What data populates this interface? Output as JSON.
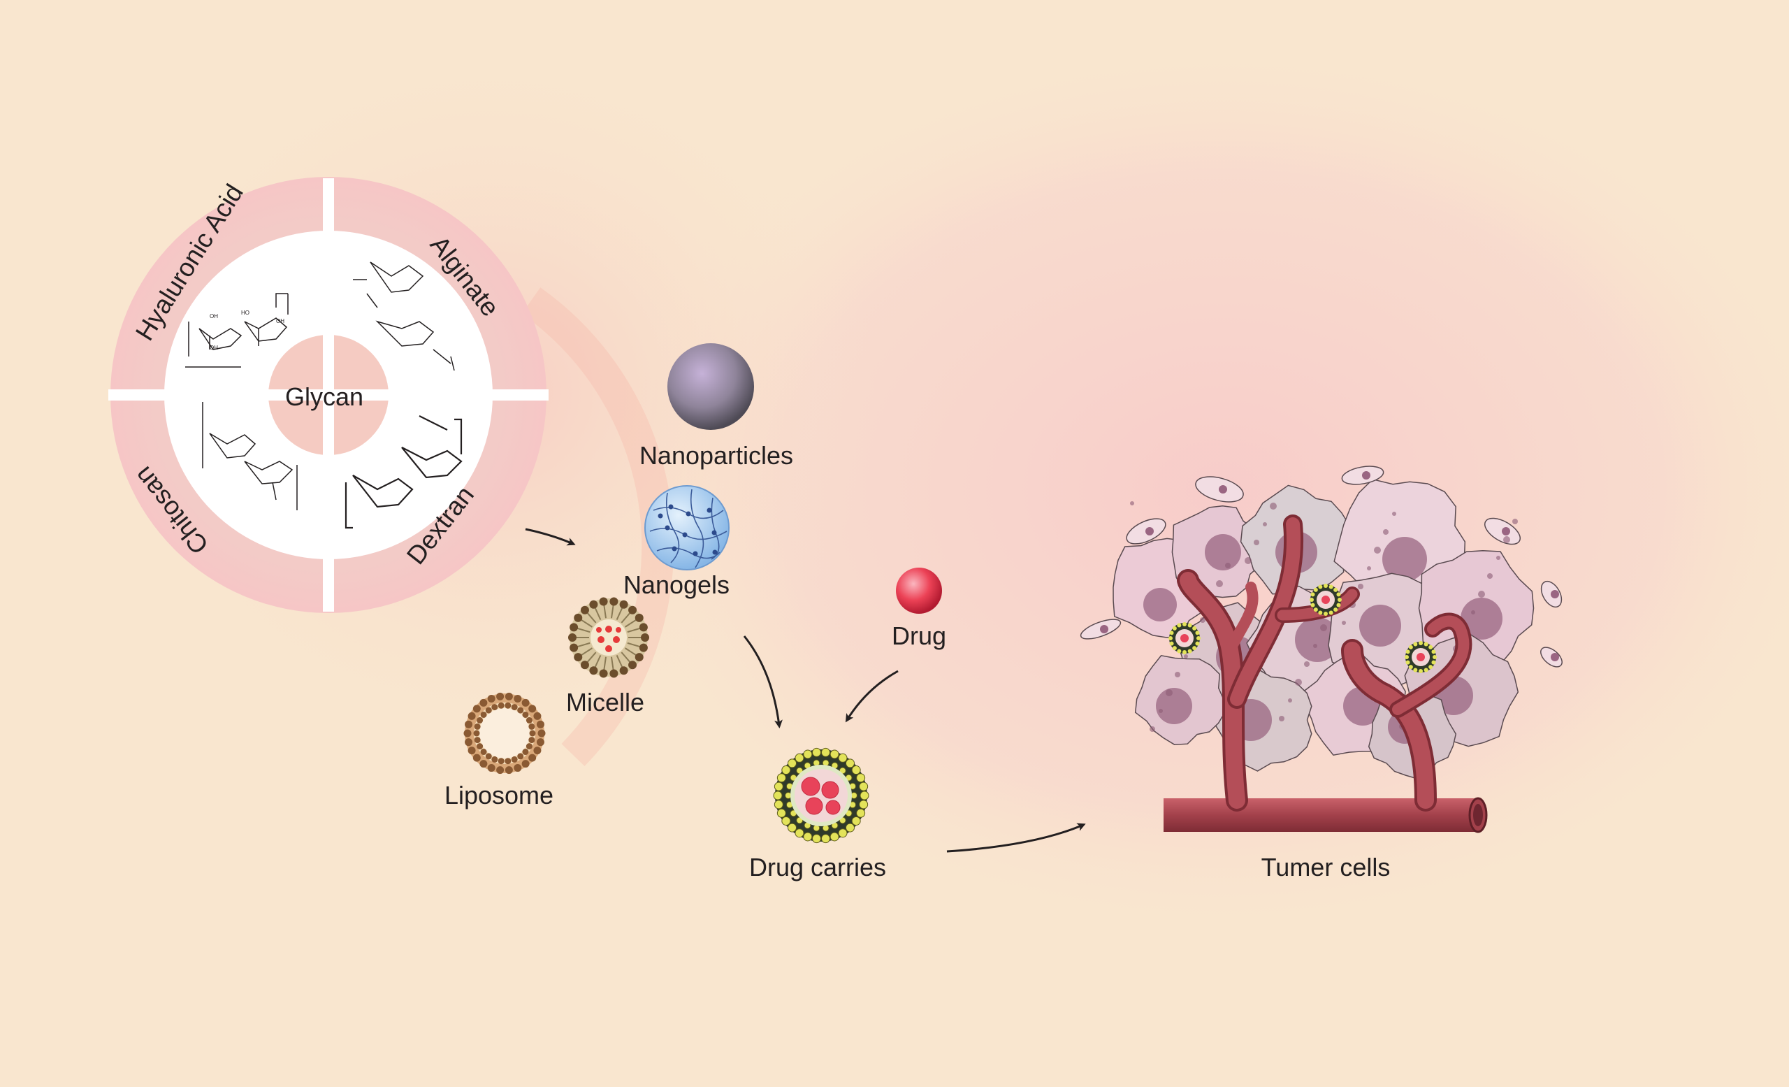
{
  "center": {
    "label": "Glycan"
  },
  "glycans": [
    {
      "label": "Hyaluronic Acid"
    },
    {
      "label": "Alginate"
    },
    {
      "label": "Chitosan"
    },
    {
      "label": "Dextran"
    }
  ],
  "carriers": [
    {
      "label": "Nanoparticles"
    },
    {
      "label": "Nanogels"
    },
    {
      "label": "Micelle"
    },
    {
      "label": "Liposome"
    }
  ],
  "drug": {
    "label": "Drug"
  },
  "drug_carrier": {
    "label": "Drug carries"
  },
  "tumor": {
    "label": "Tumer cells"
  },
  "colors": {
    "background": "#f9e6cf",
    "ring_pink": "#f2c4c4",
    "nanoparticle": "#9c8fa8",
    "nanogel": "#b6d5f2",
    "drug": "#e8384f",
    "vessel": "#a3474f",
    "tumor_cell": "#e8c8d4",
    "nucleus": "#9a6582",
    "carrier_shell": "#2f3a2a",
    "carrier_bead": "#e3e35a"
  }
}
